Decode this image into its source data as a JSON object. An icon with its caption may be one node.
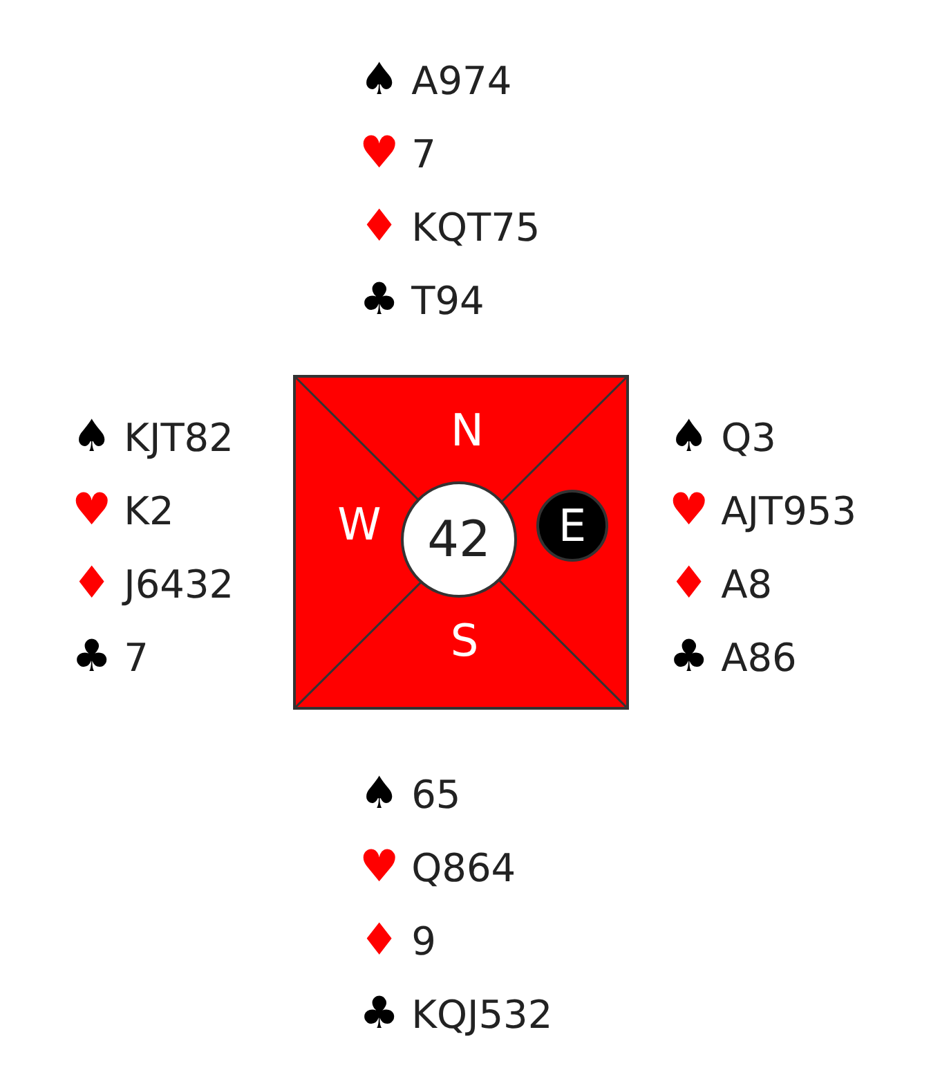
{
  "diagram": {
    "nodes": [
      {
        "text": [
          "N",
          "W",
          "S"
        ]
      },
      {
        "text": [
          "42"
        ],
        "in": 0
      },
      {
        "text": [
          "E"
        ],
        "in": 0
      }
    ],
    "labels": [
      "♠ A974",
      "♥ 7",
      "♦ KQT75",
      "♣ T94",
      "♠ KJT82",
      "♥ K2",
      "♦ J6432",
      "♣ 7",
      "♠ Q3",
      "♥ AJT953",
      "♦ A8",
      "♣ A86",
      "♠ 65",
      "♥ Q864",
      "♦ 9",
      "♣ KQJ532"
    ]
  }
}
